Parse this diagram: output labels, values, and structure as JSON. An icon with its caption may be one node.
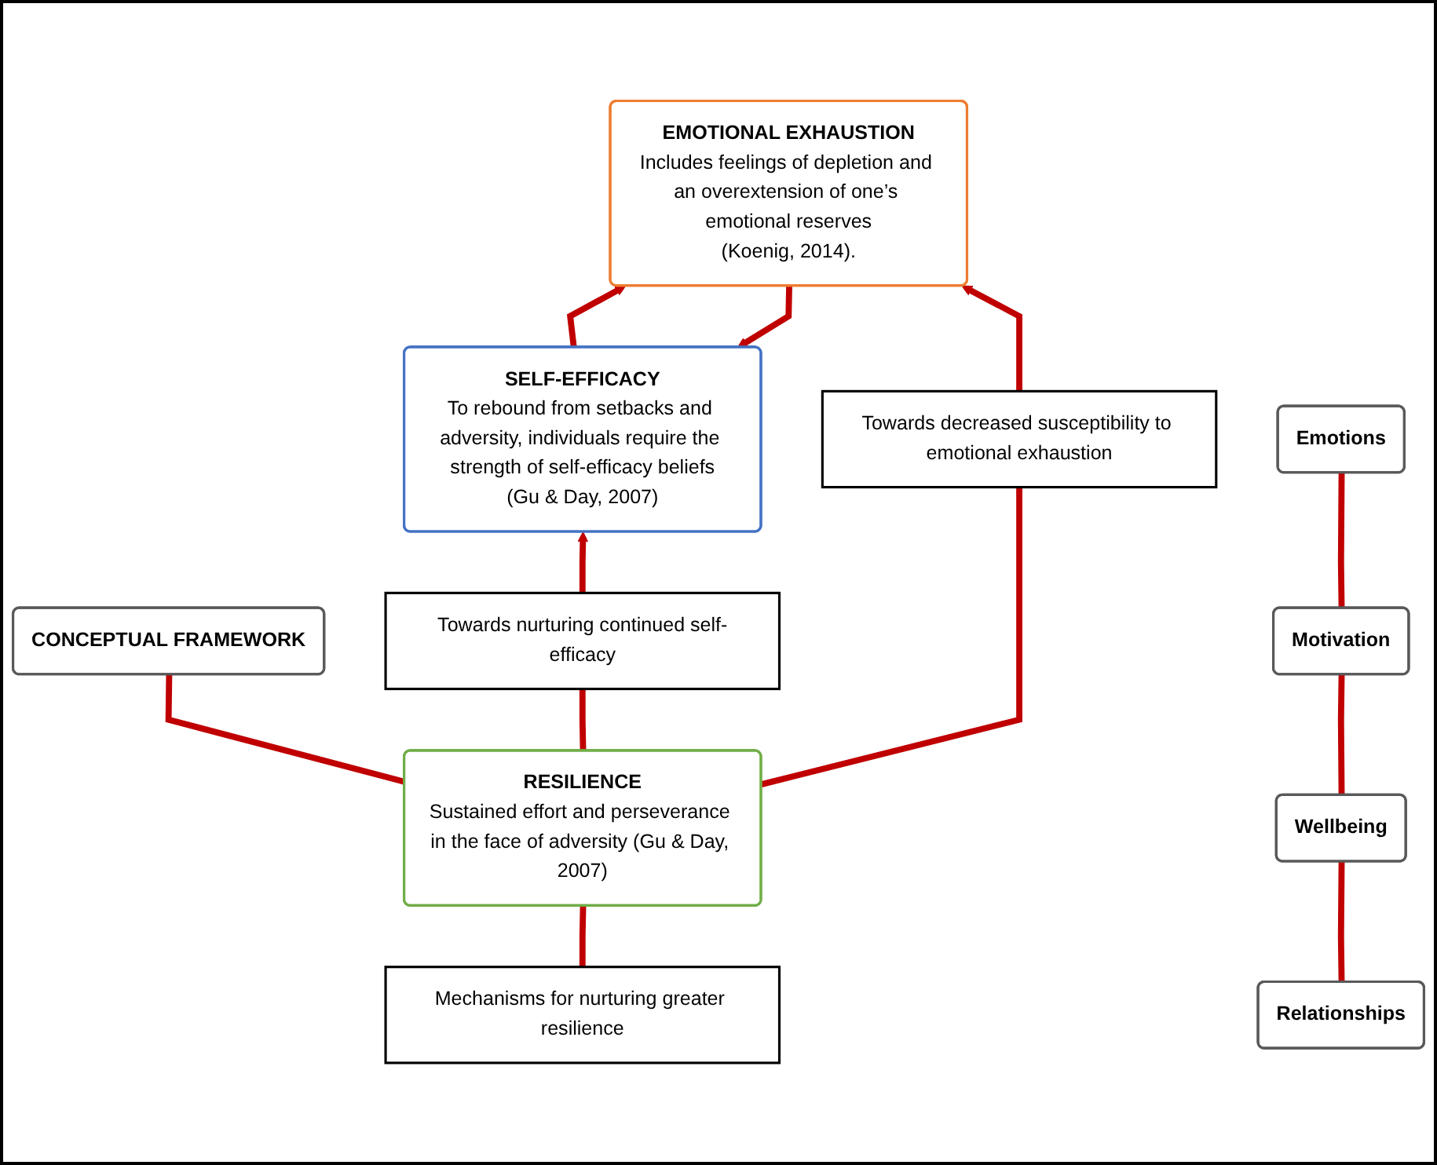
{
  "diagram": {
    "nodes": [
      {
        "text": [
          "SELF-EFFICACY",
          "To rebound from setbacks and adversity, individuals require the strength of self-efficacy beliefs",
          "(Gu & Day, 2007)"
        ]
      },
      {
        "text": [
          "EMOTIONAL EXHAUSTION",
          "Includes feelings of depletion and an overextension of one’s emotional reserves",
          "(Koenig, 2014)."
        ]
      },
      {
        "text": [
          "Towards nurturing continued self-efficacy"
        ]
      },
      {
        "text": [
          "CONCEPTUAL FRAMEWORK"
        ]
      },
      {
        "text": [
          "RESILIENCE",
          "Sustained effort and perseverance in the face of adversity (Gu & Day, 2007)"
        ]
      },
      {
        "text": [
          "Towards decreased susceptibility to emotional exhaustion"
        ]
      },
      {
        "text": [
          "Mechanisms for nurturing greater resilience"
        ]
      },
      {
        "text": [
          "Relationships"
        ]
      },
      {
        "text": [
          "Wellbeing"
        ]
      },
      {
        "text": [
          "Motivation"
        ]
      },
      {
        "text": [
          "Emotions"
        ]
      }
    ],
    "edges": [
      {
        "from": 0,
        "to": 1,
        "arrow": "to"
      },
      {
        "from": 1,
        "to": 0,
        "arrow": "to"
      },
      {
        "from": 2,
        "to": 0,
        "arrow": "to"
      },
      {
        "from": 5,
        "to": 1,
        "arrow": "to"
      },
      {
        "from": 3,
        "to": 4,
        "arrow": "none"
      },
      {
        "from": 4,
        "to": 2,
        "arrow": "none"
      },
      {
        "from": 4,
        "to": 5,
        "arrow": "none"
      },
      {
        "from": 4,
        "to": 6,
        "arrow": "none"
      },
      {
        "from": 7,
        "to": 8,
        "arrow": "none"
      },
      {
        "from": 8,
        "to": 9,
        "arrow": "none"
      },
      {
        "from": 9,
        "to": 10,
        "arrow": "none"
      }
    ]
  }
}
